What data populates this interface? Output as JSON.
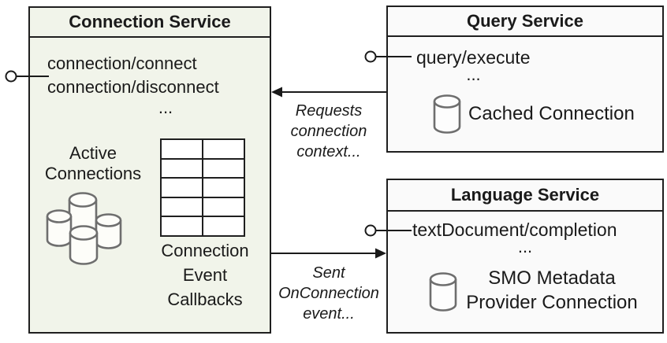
{
  "diagram": {
    "connection_service": {
      "title": "Connection Service",
      "method_1": "connection/connect",
      "method_2": "connection/disconnect",
      "ellipsis": "...",
      "active_connections_label": "Active\nConnections",
      "callbacks_label": "Connection\nEvent\nCallbacks"
    },
    "query_service": {
      "title": "Query Service",
      "method_1": "query/execute",
      "ellipsis": "...",
      "cached_connection_label": "Cached Connection"
    },
    "language_service": {
      "title": "Language Service",
      "method_1": "textDocument/completion",
      "ellipsis": "...",
      "smo_label": "SMO Metadata\nProvider Connection"
    },
    "edges": {
      "requests_label": "Requests\nconnection\ncontext...",
      "sent_label": "Sent\nOnConnection\nevent..."
    },
    "colors": {
      "connection_box_fill": "#f1f4ea",
      "service_box_fill": "#fafafa",
      "border": "#1f1f1f",
      "icon_stroke": "#6e6e6e",
      "text": "#1a1a1a"
    }
  }
}
